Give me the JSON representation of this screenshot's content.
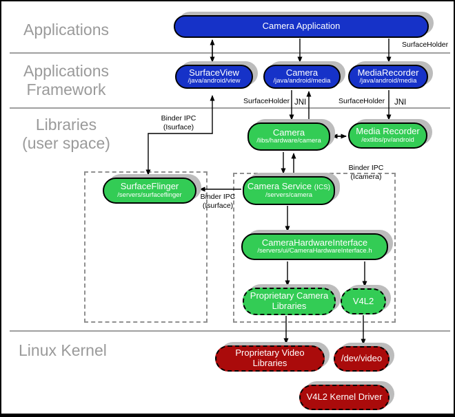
{
  "layers": {
    "applications": "Applications",
    "framework_line1": "Applications",
    "framework_line2": "Framework",
    "libraries_line1": "Libraries",
    "libraries_line2": "(user space)",
    "kernel": "Linux Kernel"
  },
  "nodes": {
    "camera_application": {
      "title": "Camera Application"
    },
    "surface_view": {
      "title": "SurfaceView",
      "subtitle": "/java/android/view"
    },
    "camera_framework": {
      "title": "Camera",
      "subtitle": "/java/android/media"
    },
    "media_recorder_framework": {
      "title": "MediaRecorder",
      "subtitle": "/java/android/media"
    },
    "camera_lib": {
      "title": "Camera",
      "subtitle": "/libs/hardware/camera"
    },
    "media_recorder_lib": {
      "title": "Media Recorder",
      "subtitle": "/extlibs/pv/android"
    },
    "surface_flinger": {
      "title": "SurfaceFlinger",
      "subtitle": "/servers/surfaceflinger"
    },
    "camera_service": {
      "title": "Camera Service",
      "title_small": "(ICS)",
      "subtitle": "/servers/camera"
    },
    "camera_hardware_interface": {
      "title": "CameraHardwareInterface",
      "subtitle": "/servers/ui/CameraHardwareInterface.h"
    },
    "proprietary_camera_libraries": {
      "title": "Proprietary Camera Libraries"
    },
    "v4l2": {
      "title": "V4L2"
    },
    "proprietary_video_libraries": {
      "title": "Proprietary Video Libraries"
    },
    "dev_video": {
      "title": "/dev/video"
    },
    "v4l2_kernel_driver": {
      "title": "V4L2 Kernel Driver"
    }
  },
  "edge_labels": {
    "surfaceholder": "SurfaceHolder",
    "jni": "JNI",
    "binder_ipc": "Binder IPC",
    "isurface": "(Isurface)",
    "icamera": "(Icamera)"
  },
  "colors": {
    "framework_box": "#1632c8",
    "library_box": "#33cc55",
    "kernel_box": "#aa0b0b",
    "shadow": "#bcbcbc",
    "layer_label": "#9a9a9a",
    "divider": "#9f9f9f",
    "group_border": "#8f8f8f"
  }
}
